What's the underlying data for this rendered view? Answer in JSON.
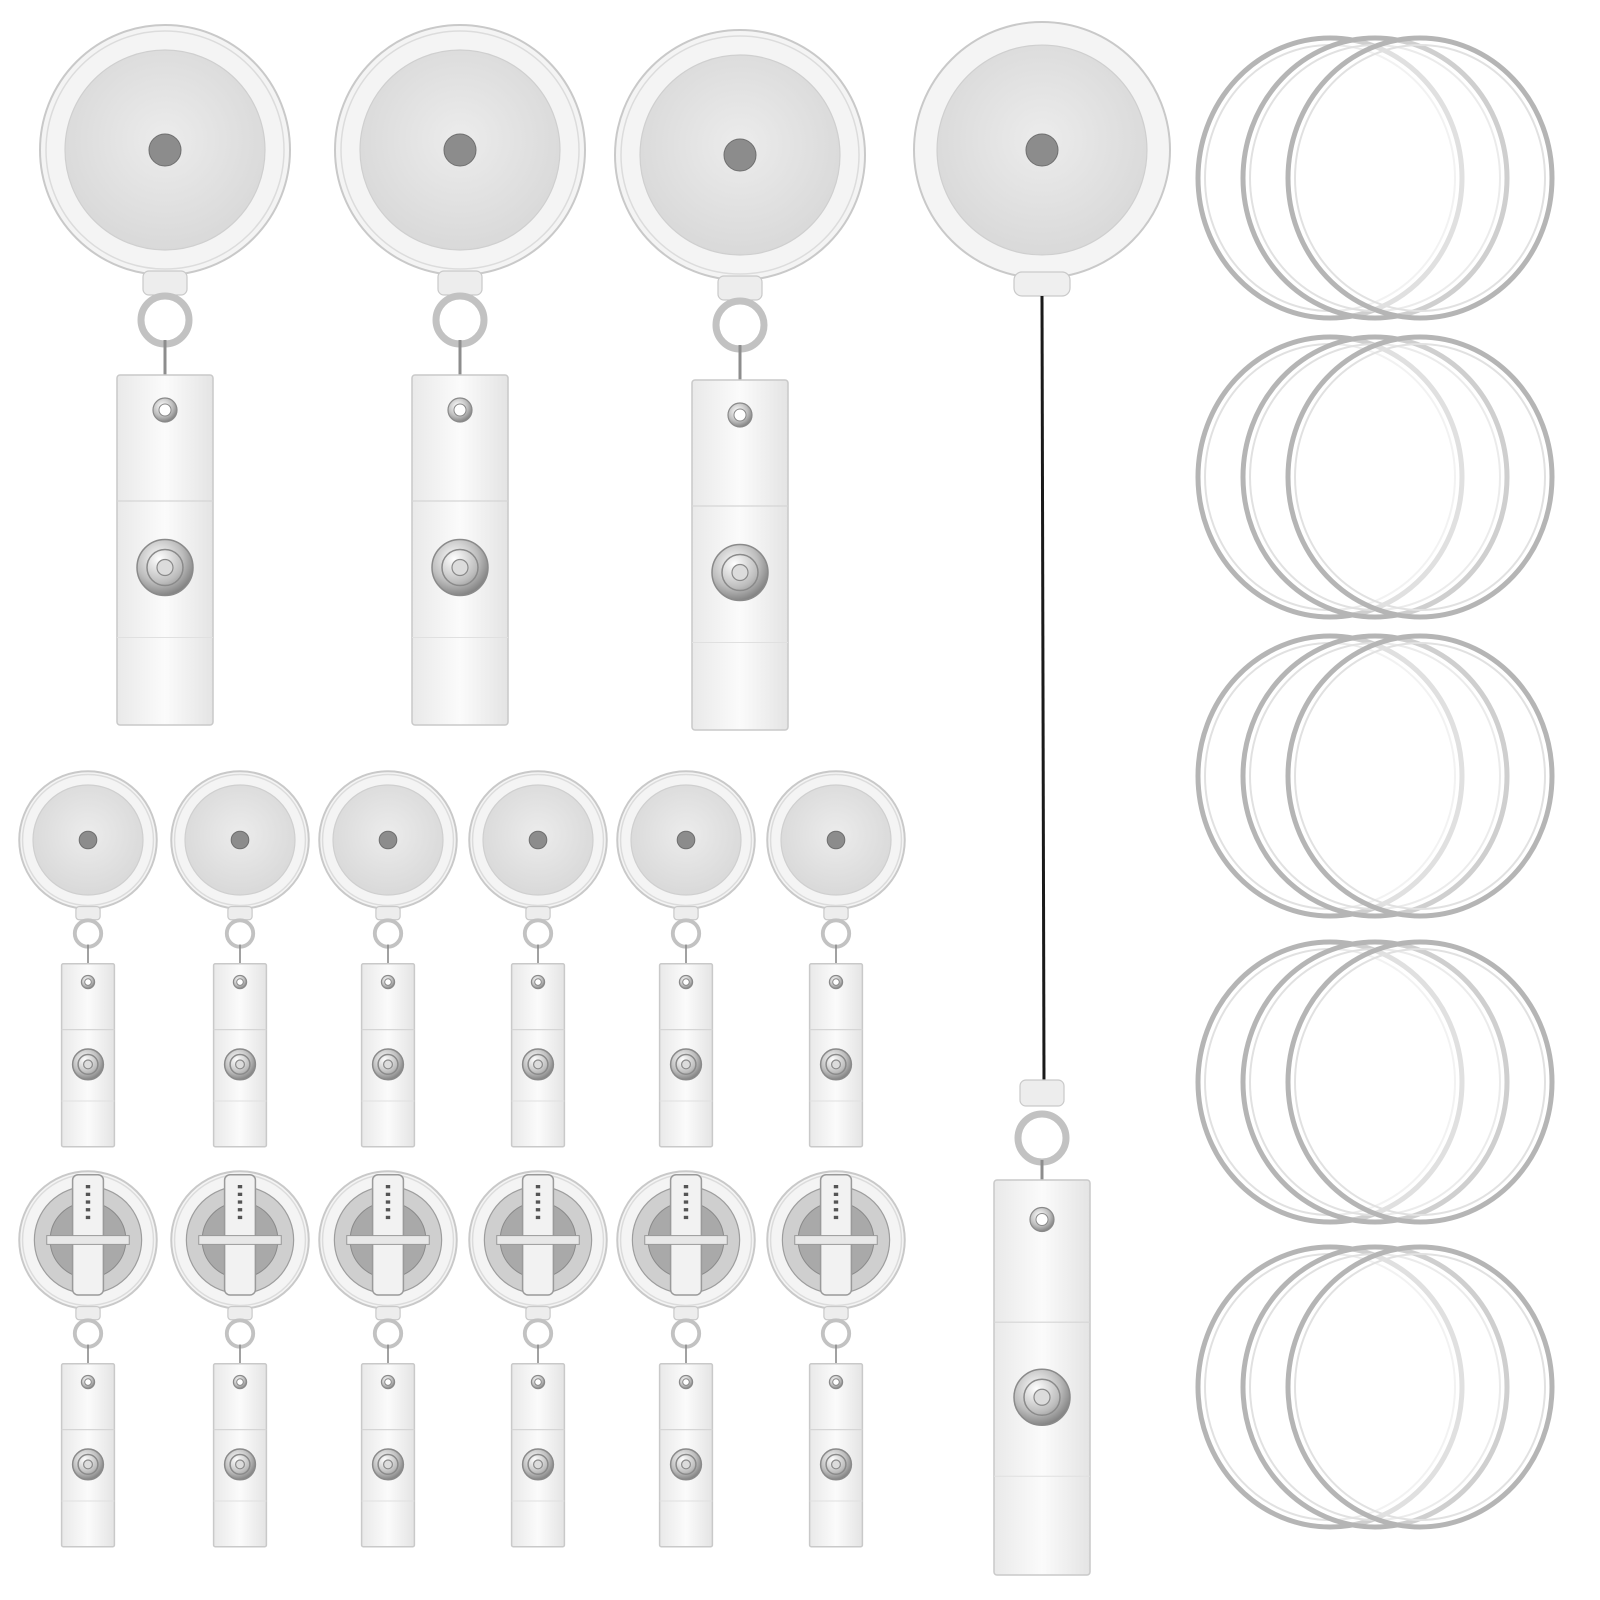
{
  "image": {
    "background": "#ffffff",
    "palette": {
      "plastic_clear": "#f4f4f4",
      "plastic_edge": "#c9c9c9",
      "reel_face": "#e2e2e2",
      "reel_center": "#8c8c8c",
      "metal_light": "#e6e6e6",
      "metal_dark": "#8a8a8a",
      "cord": "#1a1a1a",
      "acrylic_edge": "#b5b5b5"
    }
  },
  "products": {
    "large_reels": {
      "item": "retractable-badge-reel",
      "count": 3
    },
    "extended_reel": {
      "item": "retractable-badge-reel-extended-cord",
      "count": 1
    },
    "small_reels_front": {
      "item": "retractable-badge-reel-front",
      "count": 6
    },
    "small_reels_back": {
      "item": "retractable-badge-reel-back-clip",
      "count": 6
    },
    "acrylic_discs": {
      "item": "clear-acrylic-disc",
      "stacks": 5,
      "per_stack": 3
    }
  }
}
